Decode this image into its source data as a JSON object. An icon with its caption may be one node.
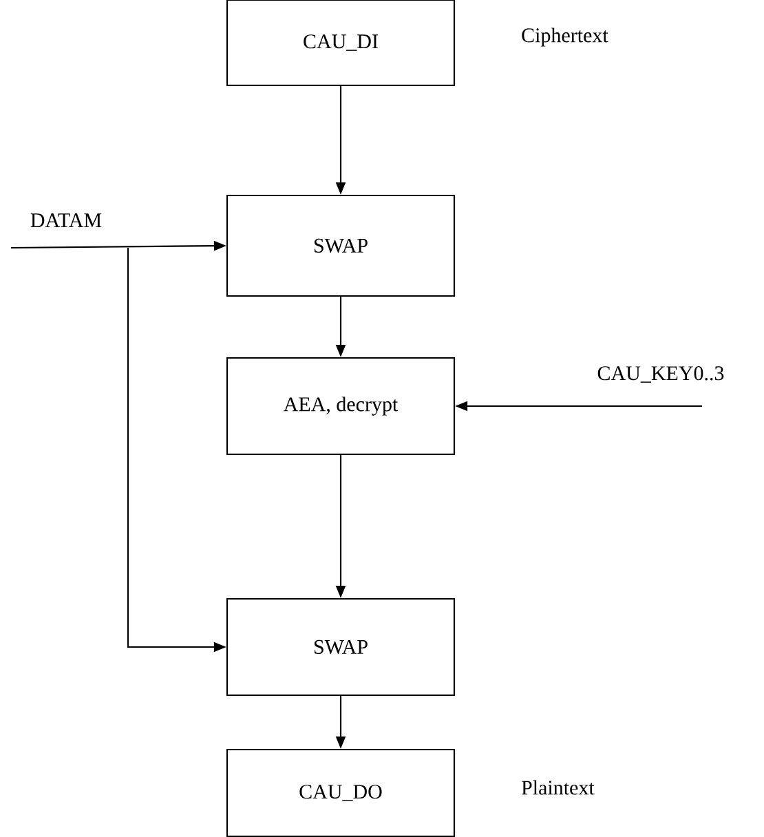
{
  "diagram": {
    "nodes": [
      {
        "text": [
          "CAU_DI"
        ],
        "beside": [
          "Ciphertext"
        ]
      },
      {
        "text": [
          "SWAP"
        ]
      },
      {
        "text": [
          "AEA, decrypt"
        ]
      },
      {
        "text": [
          "SWAP"
        ]
      },
      {
        "text": [
          "CAU_DO"
        ],
        "beside": [
          "Plaintext"
        ]
      }
    ],
    "edges": [
      {
        "from": 0,
        "to": 1,
        "arrow": "to"
      },
      {
        "from": 1,
        "to": 2,
        "arrow": "to"
      },
      {
        "from": 2,
        "to": 3,
        "arrow": "to"
      },
      {
        "from": 3,
        "to": 4,
        "arrow": "to"
      },
      {
        "from": null,
        "to": 1,
        "arrow": "to",
        "label": "DATAM"
      },
      {
        "from": null,
        "to": 3,
        "arrow": "to"
      },
      {
        "from": null,
        "to": 2,
        "arrow": "to",
        "label": "CAU_KEY0..3"
      }
    ]
  }
}
